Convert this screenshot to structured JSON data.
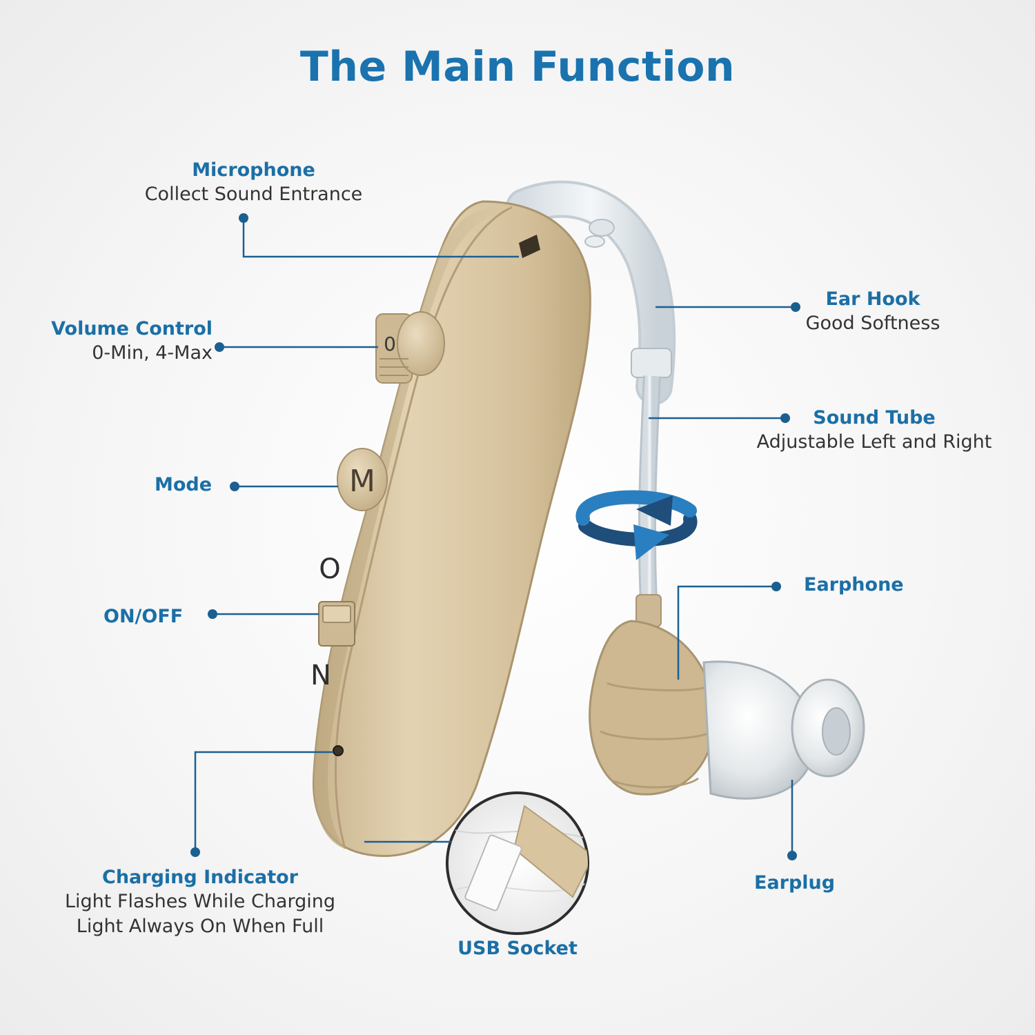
{
  "title": "The Main Function",
  "colors": {
    "accent": "#1b6fa6",
    "callout_line": "#1b5f91",
    "device_body": "#d8c6a3",
    "arrow": "#2a7fc0"
  },
  "device_marks": {
    "volume_digit": "0",
    "mode_letter": "M",
    "switch_top": "O",
    "switch_bottom": "N"
  },
  "labels": {
    "microphone": {
      "title": "Microphone",
      "desc": "Collect Sound Entrance"
    },
    "volume": {
      "title": "Volume Control",
      "desc": "0-Min, 4-Max"
    },
    "mode": {
      "title": "Mode"
    },
    "onoff": {
      "title": "ON/OFF"
    },
    "charging": {
      "title": "Charging Indicator",
      "desc1": "Light Flashes While Charging",
      "desc2": "Light Always On When Full"
    },
    "usb": {
      "title": "USB Socket"
    },
    "earhook": {
      "title": "Ear Hook",
      "desc": "Good Softness"
    },
    "soundtube": {
      "title": "Sound Tube",
      "desc": "Adjustable Left and Right"
    },
    "earphone": {
      "title": "Earphone"
    },
    "earplug": {
      "title": "Earplug"
    }
  }
}
